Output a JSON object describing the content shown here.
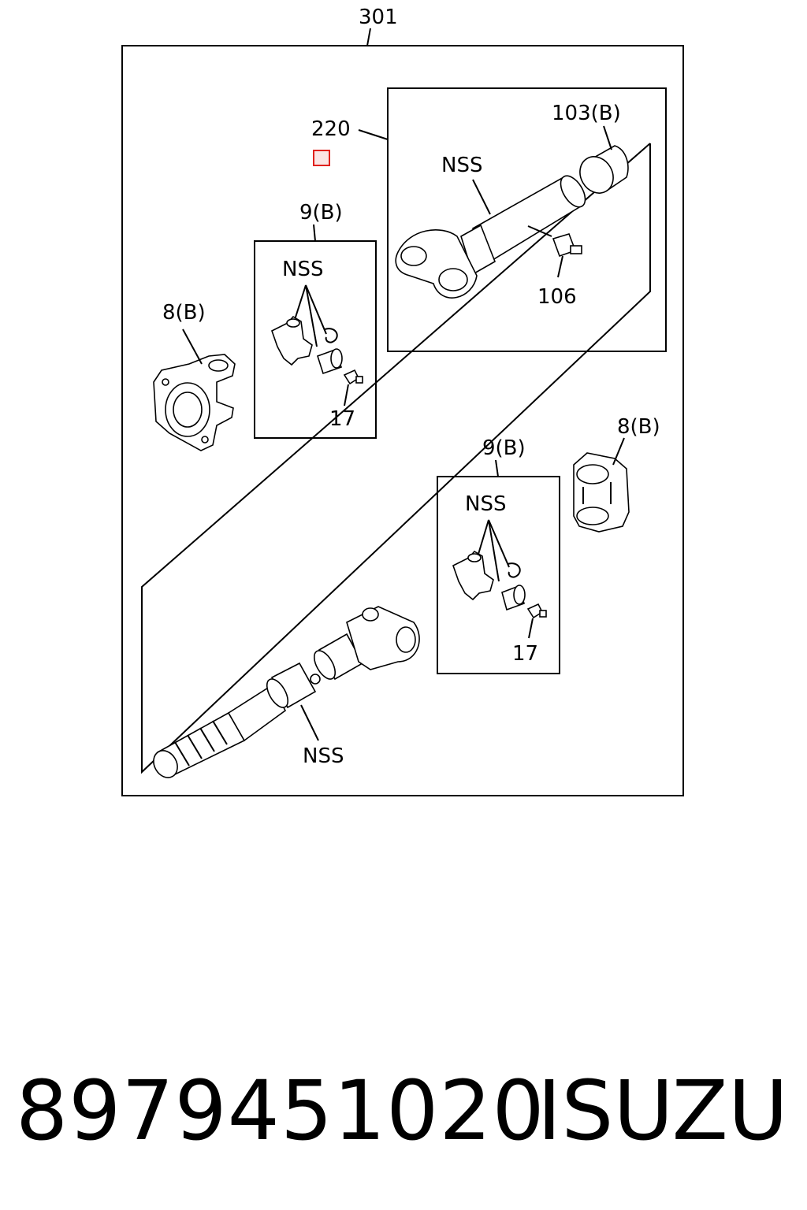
{
  "labels": {
    "assembly": "301",
    "shaft_assy": "220",
    "upper_nss": "NSS",
    "upper_seal": "103(B)",
    "upper_fitting": "106",
    "upper_spider_set": "9(B)",
    "upper_spider_nss": "NSS",
    "upper_spider_fitting": "17",
    "left_flange_yoke": "8(B)",
    "right_flange_yoke": "8(B)",
    "lower_spider_set": "9(B)",
    "lower_spider_nss": "NSS",
    "lower_spider_fitting": "17",
    "lower_nss": "NSS"
  },
  "footer": {
    "part_number": "8979451020",
    "brand": "ISUZU"
  },
  "colors": {
    "line": "#000000",
    "marker": "#e0201c",
    "marker_fill": "#fbe4e4"
  }
}
